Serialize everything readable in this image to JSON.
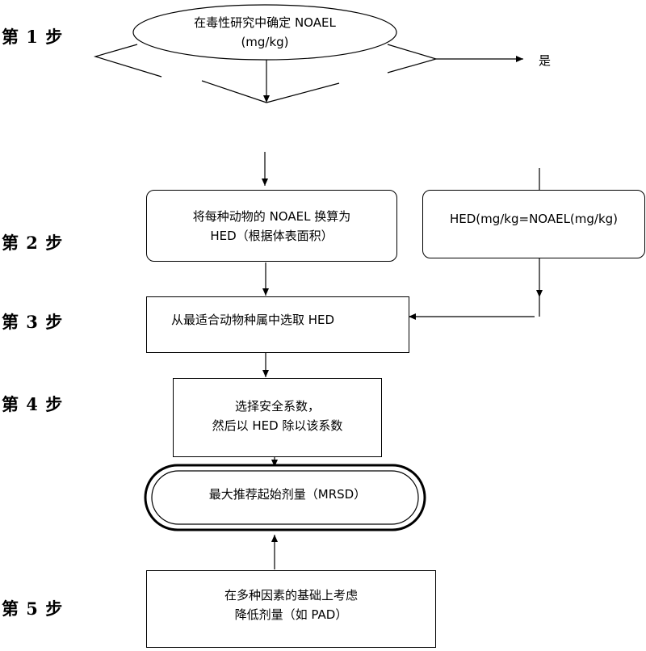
{
  "steps": [
    "第 1 步",
    "第 2 步",
    "第 3 步",
    "第 4 步",
    "第 5 步"
  ],
  "nodes": {
    "noael": "在毒性研究中确定 NOAEL\n(mg/kg)",
    "convert": "将每种动物的 NOAEL 换算为\nHED（根据体表面积）",
    "hed_direct": "HED(mg/kg=NOAEL(mg/kg)",
    "select": "从最适合动物种属中选取 HED",
    "safety": "选择安全系数，\n然后以 HED 除以该系数",
    "mrsd": "最大推荐起始剂量（MRSD）",
    "reduce": "在多种因素的基础上考虑\n降低剂量（如 PAD）"
  },
  "edge_labels": {
    "yes": "是"
  }
}
